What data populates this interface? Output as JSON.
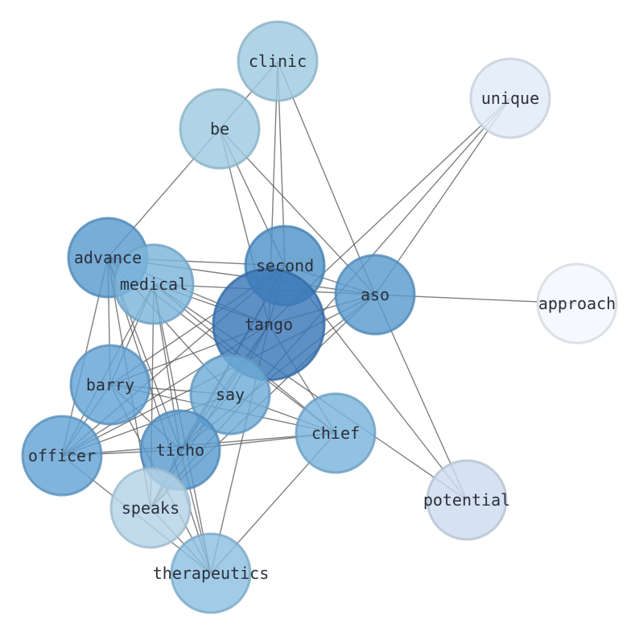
{
  "graph": {
    "nodes": [
      {
        "id": "clinic",
        "label": "clinic",
        "color": "#9ecae1"
      },
      {
        "id": "unique",
        "label": "unique",
        "color": "#e1ecf8"
      },
      {
        "id": "be",
        "label": "be",
        "color": "#9ecae1"
      },
      {
        "id": "advance",
        "label": "advance",
        "color": "#5a9bcf"
      },
      {
        "id": "medical",
        "label": "medical",
        "color": "#7db6dc"
      },
      {
        "id": "second",
        "label": "second",
        "color": "#4f93c8"
      },
      {
        "id": "aso",
        "label": "aso",
        "color": "#5a9bcf"
      },
      {
        "id": "approach",
        "label": "approach",
        "color": "#f3f8fe"
      },
      {
        "id": "tango",
        "label": "tango",
        "color": "#3a78b8"
      },
      {
        "id": "barry",
        "label": "barry",
        "color": "#64a4d4"
      },
      {
        "id": "say",
        "label": "say",
        "color": "#6eacd8"
      },
      {
        "id": "chief",
        "label": "chief",
        "color": "#7ab4dc"
      },
      {
        "id": "officer",
        "label": "officer",
        "color": "#64a4d4"
      },
      {
        "id": "ticho",
        "label": "ticho",
        "color": "#5a9bcf"
      },
      {
        "id": "speaks",
        "label": "speaks",
        "color": "#b4d3e8"
      },
      {
        "id": "potential",
        "label": "potential",
        "color": "#cddcee"
      },
      {
        "id": "therapeutics",
        "label": "therapeutics",
        "color": "#8cc0e0"
      }
    ],
    "edges": [
      [
        "clinic",
        "second"
      ],
      [
        "clinic",
        "tango"
      ],
      [
        "clinic",
        "aso"
      ],
      [
        "clinic",
        "be"
      ],
      [
        "be",
        "advance"
      ],
      [
        "be",
        "second"
      ],
      [
        "be",
        "aso"
      ],
      [
        "be",
        "tango"
      ],
      [
        "unique",
        "tango"
      ],
      [
        "unique",
        "aso"
      ],
      [
        "unique",
        "speaks"
      ],
      [
        "advance",
        "second"
      ],
      [
        "advance",
        "aso"
      ],
      [
        "advance",
        "tango"
      ],
      [
        "advance",
        "barry"
      ],
      [
        "advance",
        "officer"
      ],
      [
        "advance",
        "ticho"
      ],
      [
        "advance",
        "therapeutics"
      ],
      [
        "advance",
        "chief"
      ],
      [
        "advance",
        "say"
      ],
      [
        "advance",
        "speaks"
      ],
      [
        "medical",
        "tango"
      ],
      [
        "medical",
        "barry"
      ],
      [
        "medical",
        "officer"
      ],
      [
        "medical",
        "ticho"
      ],
      [
        "medical",
        "chief"
      ],
      [
        "medical",
        "therapeutics"
      ],
      [
        "medical",
        "aso"
      ],
      [
        "medical",
        "potential"
      ],
      [
        "medical",
        "speaks"
      ],
      [
        "second",
        "tango"
      ],
      [
        "second",
        "aso"
      ],
      [
        "second",
        "officer"
      ],
      [
        "second",
        "ticho"
      ],
      [
        "second",
        "speaks"
      ],
      [
        "second",
        "potential"
      ],
      [
        "second",
        "barry"
      ],
      [
        "aso",
        "approach"
      ],
      [
        "aso",
        "tango"
      ],
      [
        "aso",
        "ticho"
      ],
      [
        "aso",
        "officer"
      ],
      [
        "aso",
        "potential"
      ],
      [
        "aso",
        "speaks"
      ],
      [
        "tango",
        "barry"
      ],
      [
        "tango",
        "officer"
      ],
      [
        "tango",
        "ticho"
      ],
      [
        "tango",
        "say"
      ],
      [
        "tango",
        "chief"
      ],
      [
        "tango",
        "speaks"
      ],
      [
        "tango",
        "therapeutics"
      ],
      [
        "barry",
        "say"
      ],
      [
        "barry",
        "chief"
      ],
      [
        "barry",
        "ticho"
      ],
      [
        "barry",
        "officer"
      ],
      [
        "barry",
        "therapeutics"
      ],
      [
        "say",
        "chief"
      ],
      [
        "say",
        "ticho"
      ],
      [
        "say",
        "officer"
      ],
      [
        "chief",
        "officer"
      ],
      [
        "chief",
        "ticho"
      ],
      [
        "chief",
        "therapeutics"
      ],
      [
        "officer",
        "therapeutics"
      ],
      [
        "officer",
        "ticho"
      ],
      [
        "ticho",
        "speaks"
      ],
      [
        "ticho",
        "therapeutics"
      ],
      [
        "speaks",
        "therapeutics"
      ]
    ]
  }
}
